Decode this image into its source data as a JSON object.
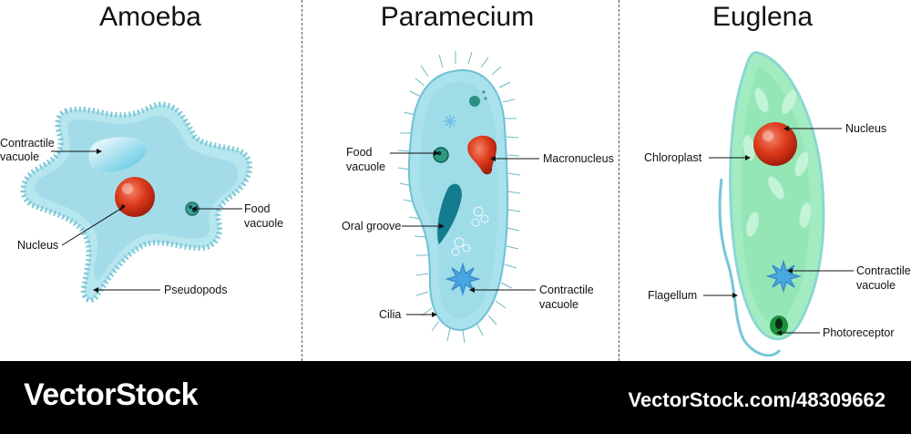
{
  "titles": {
    "amoeba": "Amoeba",
    "paramecium": "Paramecium",
    "euglena": "Euglena"
  },
  "amoeba_labels": {
    "contractile_1": "Contractile",
    "contractile_2": "vacuole",
    "food_1": "Food",
    "food_2": "vacuole",
    "nucleus": "Nucleus",
    "pseudopods": "Pseudopods"
  },
  "paramecium_labels": {
    "food_1": "Food",
    "food_2": "vacuole",
    "macronucleus": "Macronucleus",
    "oral_groove": "Oral groove",
    "contractile_1": "Contractile",
    "contractile_2": "vacuole",
    "cilia": "Cilia"
  },
  "euglena_labels": {
    "nucleus": "Nucleus",
    "chloroplast": "Chloroplast",
    "contractile_1": "Contractile",
    "contractile_2": "vacuole",
    "flagellum": "Flagellum",
    "photoreceptor": "Photoreceptor"
  },
  "footer": {
    "brand": "VectorStock",
    "stock_id": "VectorStock.com/48309662"
  },
  "colors": {
    "cell_blue": "#a9e3ee",
    "cell_green": "#a8eec4",
    "nucleus_red": "#d8321a",
    "footer_bg": "#000000"
  }
}
